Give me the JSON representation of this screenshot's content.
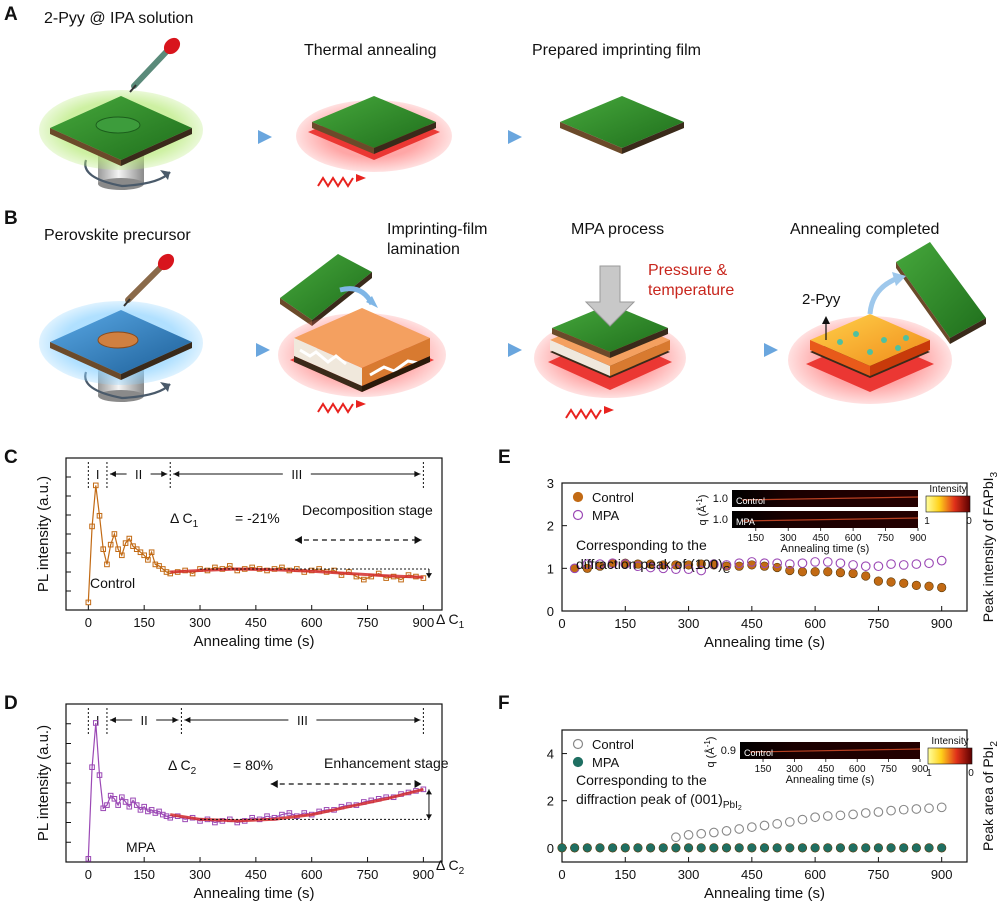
{
  "panels": {
    "A": {
      "letter": "A",
      "steps": [
        "2-Pyy @ IPA solution",
        "Thermal annealing",
        "Prepared imprinting film"
      ]
    },
    "B": {
      "letter": "B",
      "steps": [
        "Perovskite precursor",
        "Imprinting-film",
        "lamination",
        "MPA process",
        "Annealing completed"
      ],
      "pressure": [
        "Pressure &",
        "temperature"
      ],
      "pyy": "2-Pyy"
    },
    "C": {
      "letter": "C"
    },
    "D": {
      "letter": "D"
    },
    "E": {
      "letter": "E"
    },
    "F": {
      "letter": "F"
    }
  },
  "colors": {
    "film_green": "#2e8b2a",
    "perovskite_blue": "#2f7fc0",
    "heat_red": "#e8231f",
    "control_orange": "#c26a14",
    "mpa_purple": "#9b49b5",
    "mpa_teal": "#1f6f62",
    "arrow_blue": "#6aa6de",
    "fit_red": "#d32f2f"
  },
  "chart_data": [
    {
      "id": "C",
      "type": "line",
      "xlabel": "Annealing time (s)",
      "ylabel": "PL intensity (a.u.)",
      "xlim": [
        -60,
        950
      ],
      "xticks": [
        0,
        150,
        300,
        450,
        600,
        750,
        900
      ],
      "stages": [
        "I",
        "II",
        "III"
      ],
      "stage_bounds": [
        0,
        50,
        220,
        900
      ],
      "annotations": {
        "delta": "Δ C",
        "delta_sub": "1",
        "delta_value": " = -21%",
        "stage_text": "Decomposition stage",
        "sample": "Control",
        "delta_right": "Δ C",
        "delta_right_sub": "1"
      },
      "series": [
        {
          "name": "Control",
          "color": "#c26a14",
          "x": [
            0,
            10,
            20,
            30,
            40,
            50,
            60,
            70,
            80,
            90,
            100,
            110,
            120,
            130,
            140,
            150,
            160,
            170,
            180,
            190,
            200,
            210,
            220,
            240,
            260,
            280,
            300,
            320,
            340,
            360,
            380,
            400,
            420,
            440,
            460,
            480,
            500,
            520,
            540,
            560,
            580,
            600,
            620,
            640,
            660,
            680,
            700,
            720,
            740,
            760,
            780,
            800,
            820,
            840,
            860,
            880,
            900
          ],
          "y": [
            0.05,
            0.55,
            0.82,
            0.62,
            0.4,
            0.3,
            0.43,
            0.5,
            0.4,
            0.36,
            0.44,
            0.47,
            0.42,
            0.4,
            0.38,
            0.36,
            0.33,
            0.38,
            0.3,
            0.29,
            0.27,
            0.25,
            0.24,
            0.25,
            0.26,
            0.24,
            0.27,
            0.26,
            0.28,
            0.27,
            0.29,
            0.26,
            0.27,
            0.28,
            0.27,
            0.26,
            0.27,
            0.28,
            0.26,
            0.27,
            0.25,
            0.26,
            0.27,
            0.25,
            0.26,
            0.23,
            0.25,
            0.22,
            0.2,
            0.22,
            0.24,
            0.21,
            0.22,
            0.2,
            0.23,
            0.22,
            0.21
          ]
        }
      ],
      "fit": {
        "x": [
          220,
          300,
          400,
          500,
          600,
          700,
          800,
          900
        ],
        "y": [
          0.25,
          0.26,
          0.27,
          0.265,
          0.255,
          0.24,
          0.225,
          0.215
        ]
      }
    },
    {
      "id": "D",
      "type": "line",
      "xlabel": "Annealing time (s)",
      "ylabel": "PL intensity (a.u.)",
      "xlim": [
        -60,
        950
      ],
      "xticks": [
        0,
        150,
        300,
        450,
        600,
        750,
        900
      ],
      "stages": [
        "I",
        "II",
        "III"
      ],
      "stage_bounds": [
        0,
        50,
        250,
        900
      ],
      "annotations": {
        "delta": "Δ C",
        "delta_sub": "2",
        "delta_value": " = 80%",
        "stage_text": "Enhancement stage",
        "sample": "MPA",
        "delta_right": "Δ C",
        "delta_right_sub": "2"
      },
      "series": [
        {
          "name": "MPA",
          "color": "#9b49b5",
          "x": [
            0,
            10,
            20,
            30,
            40,
            50,
            60,
            70,
            80,
            90,
            100,
            110,
            120,
            130,
            140,
            150,
            160,
            170,
            180,
            190,
            200,
            210,
            220,
            240,
            260,
            280,
            300,
            320,
            340,
            360,
            380,
            400,
            420,
            440,
            460,
            480,
            500,
            520,
            540,
            560,
            580,
            600,
            620,
            640,
            660,
            680,
            700,
            720,
            740,
            760,
            780,
            800,
            820,
            840,
            860,
            880,
            900
          ],
          "y": [
            0.02,
            0.6,
            0.88,
            0.55,
            0.34,
            0.36,
            0.42,
            0.4,
            0.36,
            0.41,
            0.38,
            0.35,
            0.39,
            0.36,
            0.33,
            0.35,
            0.32,
            0.33,
            0.31,
            0.32,
            0.3,
            0.29,
            0.28,
            0.29,
            0.27,
            0.28,
            0.26,
            0.27,
            0.25,
            0.26,
            0.27,
            0.25,
            0.26,
            0.28,
            0.27,
            0.29,
            0.28,
            0.3,
            0.31,
            0.29,
            0.31,
            0.3,
            0.32,
            0.33,
            0.33,
            0.35,
            0.36,
            0.36,
            0.38,
            0.39,
            0.4,
            0.41,
            0.41,
            0.43,
            0.44,
            0.45,
            0.46
          ]
        }
      ],
      "fit": {
        "x": [
          220,
          300,
          400,
          500,
          600,
          700,
          800,
          900
        ],
        "y": [
          0.3,
          0.27,
          0.26,
          0.27,
          0.3,
          0.35,
          0.4,
          0.46
        ]
      }
    },
    {
      "id": "E",
      "type": "scatter",
      "xlabel": "Annealing time (s)",
      "ylabel": "Peak intensity of FAPbI",
      "ylabel_sub": "3",
      "xlim": [
        0,
        960
      ],
      "ylim": [
        0,
        3
      ],
      "xticks": [
        0,
        150,
        300,
        450,
        600,
        750,
        900
      ],
      "yticks": [
        0,
        1,
        2,
        3
      ],
      "legend_position": "top-left",
      "note_lines": [
        "Corresponding to the",
        "diffraction peak of (100)"
      ],
      "note_sub": "C",
      "inset": {
        "ylabel": "q (Å",
        "ylabel_sup": "-1",
        "ylabel_end": ")",
        "row_labels": [
          "Control",
          "MPA"
        ],
        "row_values": [
          "1.0",
          "1.0"
        ],
        "xticks": [
          150,
          300,
          450,
          600,
          750,
          900
        ],
        "xlabel": "Annealing time (s)",
        "colorbar_title": "Intensity",
        "colorbar_ticks": [
          "1",
          "0"
        ]
      },
      "series": [
        {
          "name": "Control",
          "color": "#c26a14",
          "x": [
            30,
            60,
            90,
            120,
            150,
            180,
            210,
            240,
            270,
            300,
            330,
            360,
            390,
            420,
            450,
            480,
            510,
            540,
            570,
            600,
            630,
            660,
            690,
            720,
            750,
            780,
            810,
            840,
            870,
            900
          ],
          "y": [
            1.0,
            1.0,
            1.05,
            1.12,
            1.12,
            1.1,
            1.1,
            1.08,
            1.08,
            1.08,
            1.1,
            1.08,
            1.05,
            1.05,
            1.08,
            1.05,
            1.02,
            0.95,
            0.92,
            0.92,
            0.92,
            0.9,
            0.88,
            0.82,
            0.7,
            0.68,
            0.65,
            0.6,
            0.58,
            0.55
          ]
        },
        {
          "name": "MPA",
          "color": "#9b49b5",
          "x": [
            30,
            60,
            90,
            120,
            150,
            180,
            210,
            240,
            270,
            300,
            330,
            360,
            390,
            420,
            450,
            480,
            510,
            540,
            570,
            600,
            630,
            660,
            690,
            720,
            750,
            780,
            810,
            840,
            870,
            900
          ],
          "y": [
            1.0,
            1.1,
            1.1,
            1.12,
            1.1,
            1.05,
            1.02,
            1.0,
            0.98,
            0.98,
            0.95,
            1.1,
            1.08,
            1.12,
            1.15,
            1.12,
            1.12,
            1.1,
            1.12,
            1.15,
            1.15,
            1.12,
            1.08,
            1.05,
            1.05,
            1.1,
            1.08,
            1.1,
            1.12,
            1.18
          ]
        }
      ]
    },
    {
      "id": "F",
      "type": "scatter",
      "xlabel": "Annealing time (s)",
      "ylabel": "Peak area of PbI",
      "ylabel_sub": "2",
      "xlim": [
        0,
        960
      ],
      "ylim": [
        -0.6,
        5
      ],
      "xticks": [
        0,
        150,
        300,
        450,
        600,
        750,
        900
      ],
      "yticks": [
        0,
        2,
        4
      ],
      "legend_position": "top-left",
      "note_lines": [
        "Corresponding to the",
        "diffraction peak of (001)"
      ],
      "note_sub": "PbI",
      "note_subsub": "2",
      "inset": {
        "ylabel": "q (Å",
        "ylabel_sup": "-1",
        "ylabel_end": ")",
        "row_labels": [
          "Control"
        ],
        "row_values": [
          "0.9"
        ],
        "xticks": [
          150,
          300,
          450,
          600,
          750,
          900
        ],
        "xlabel": "Annealing time (s)",
        "colorbar_title": "Intensity",
        "colorbar_ticks": [
          "1",
          "0"
        ]
      },
      "series": [
        {
          "name": "Control",
          "color": "#888888",
          "x": [
            270,
            300,
            330,
            360,
            390,
            420,
            450,
            480,
            510,
            540,
            570,
            600,
            630,
            660,
            690,
            720,
            750,
            780,
            810,
            840,
            870,
            900
          ],
          "y": [
            0.45,
            0.55,
            0.6,
            0.65,
            0.72,
            0.8,
            0.88,
            0.95,
            1.02,
            1.1,
            1.2,
            1.3,
            1.35,
            1.38,
            1.42,
            1.48,
            1.52,
            1.58,
            1.62,
            1.65,
            1.68,
            1.72
          ]
        },
        {
          "name": "MPA",
          "color": "#1f6f62",
          "x": [
            0,
            30,
            60,
            90,
            120,
            150,
            180,
            210,
            240,
            270,
            300,
            330,
            360,
            390,
            420,
            450,
            480,
            510,
            540,
            570,
            600,
            630,
            660,
            690,
            720,
            750,
            780,
            810,
            840,
            870,
            900
          ],
          "y": [
            0,
            0,
            0,
            0,
            0,
            0,
            0,
            0,
            0,
            0,
            0,
            0,
            0,
            0,
            0,
            0,
            0,
            0,
            0,
            0,
            0,
            0,
            0,
            0,
            0,
            0,
            0,
            0,
            0,
            0,
            0
          ]
        }
      ]
    }
  ]
}
